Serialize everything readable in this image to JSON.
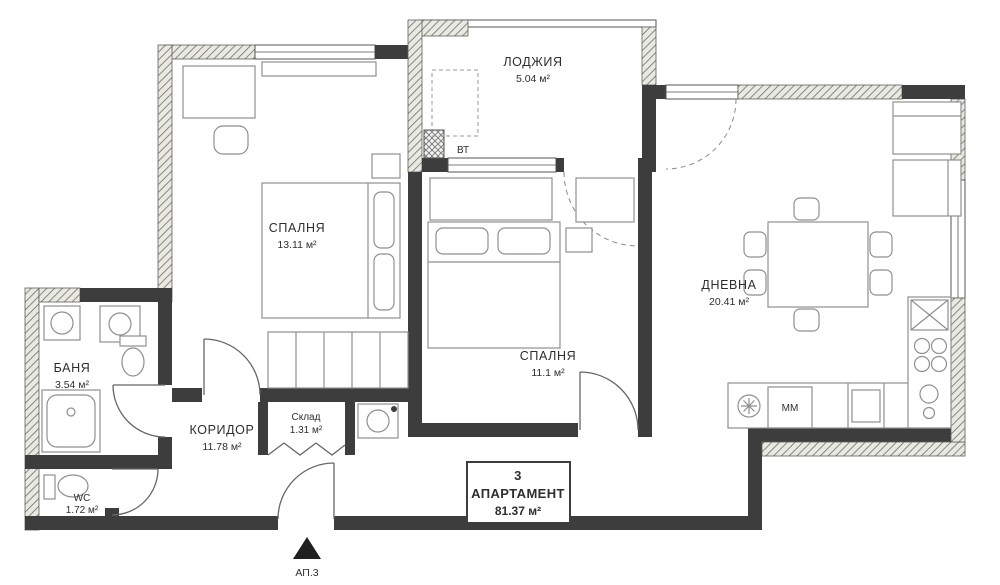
{
  "plan": {
    "title_box": {
      "number": "3",
      "name": "АПАРТАМЕНТ",
      "area": "81.37 м²"
    },
    "entrance_label": "АП.3",
    "shaft_label": "ВТ",
    "kitchen_appliance_label": "ММ",
    "rooms": {
      "loggia": {
        "name": "ЛОДЖИЯ",
        "area": "5.04 м²"
      },
      "bedroom1": {
        "name": "СПАЛНЯ",
        "area": "13.11 м²"
      },
      "bedroom2": {
        "name": "СПАЛНЯ",
        "area": "11.1 м²"
      },
      "living": {
        "name": "ДНЕВНА",
        "area": "20.41 м²"
      },
      "bath": {
        "name": "БАНЯ",
        "area": "3.54 м²"
      },
      "corridor": {
        "name": "КОРИДОР",
        "area": "11.78 м²"
      },
      "storage": {
        "name": "Склад",
        "area": "1.31 м²"
      },
      "wc": {
        "name": "WC",
        "area": "1.72 м²"
      }
    },
    "colors": {
      "wall": "#3d3d3d",
      "hatch_line": "#6f6f66",
      "furniture_line": "#8f8f8f",
      "text": "#2e2e2e",
      "background": "#ffffff"
    }
  }
}
